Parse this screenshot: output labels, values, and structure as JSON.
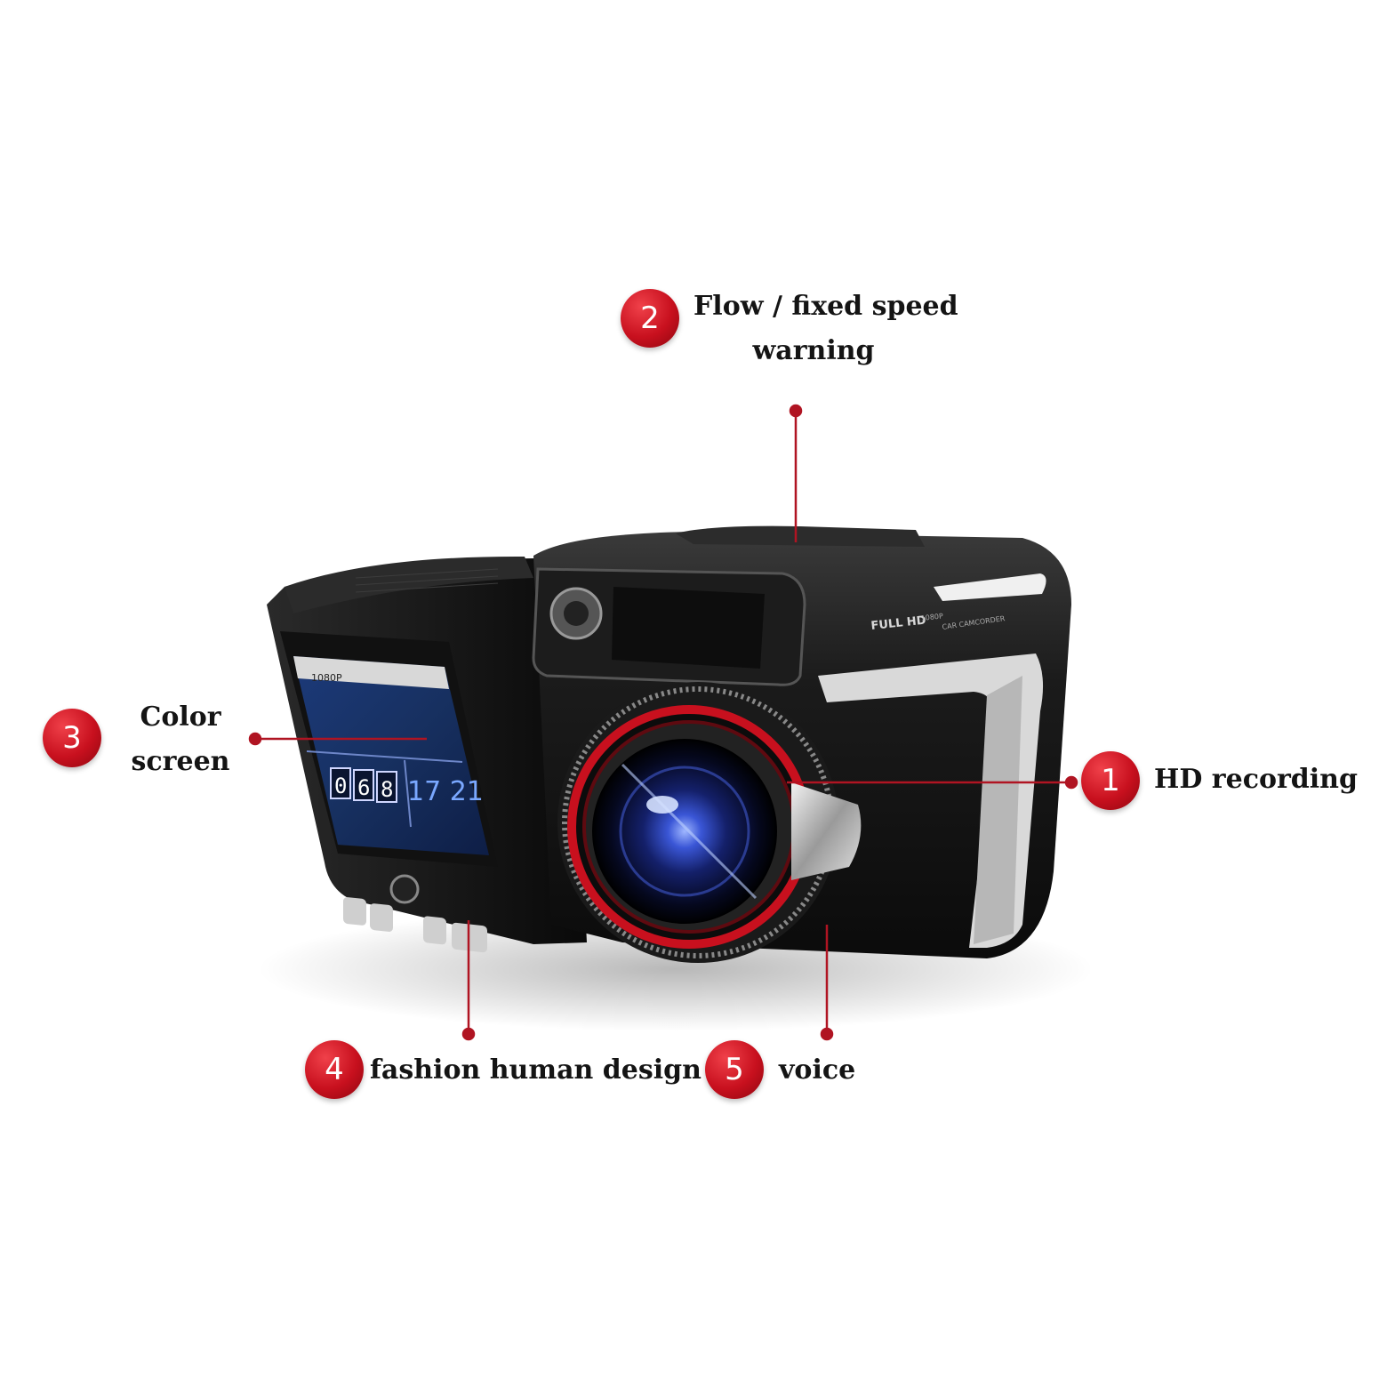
{
  "colors": {
    "accent_red": "#c8101e",
    "leader_red": "#b01422",
    "body_black": "#151515",
    "label_text": "#141414"
  },
  "callouts": [
    {
      "number": "1",
      "lines": [
        "HD recording"
      ]
    },
    {
      "number": "2",
      "lines": [
        "Flow / fixed speed",
        "warning"
      ]
    },
    {
      "number": "3",
      "lines": [
        "Color",
        "screen"
      ]
    },
    {
      "number": "4",
      "lines": [
        "fashion human design"
      ]
    },
    {
      "number": "5",
      "lines": [
        "voice"
      ]
    }
  ],
  "device": {
    "brand_text": "FULL HD",
    "resolution_text": "1080P",
    "model_text": "CAR CAMCORDER",
    "screen": {
      "status_text": "1080P",
      "speed_digits": [
        "0",
        "6",
        "8"
      ],
      "time_text": "17 21"
    }
  },
  "icons": [
    "camera-lens-icon",
    "speaker-grille-icon",
    "radar-window-icon",
    "control-buttons-icon"
  ]
}
